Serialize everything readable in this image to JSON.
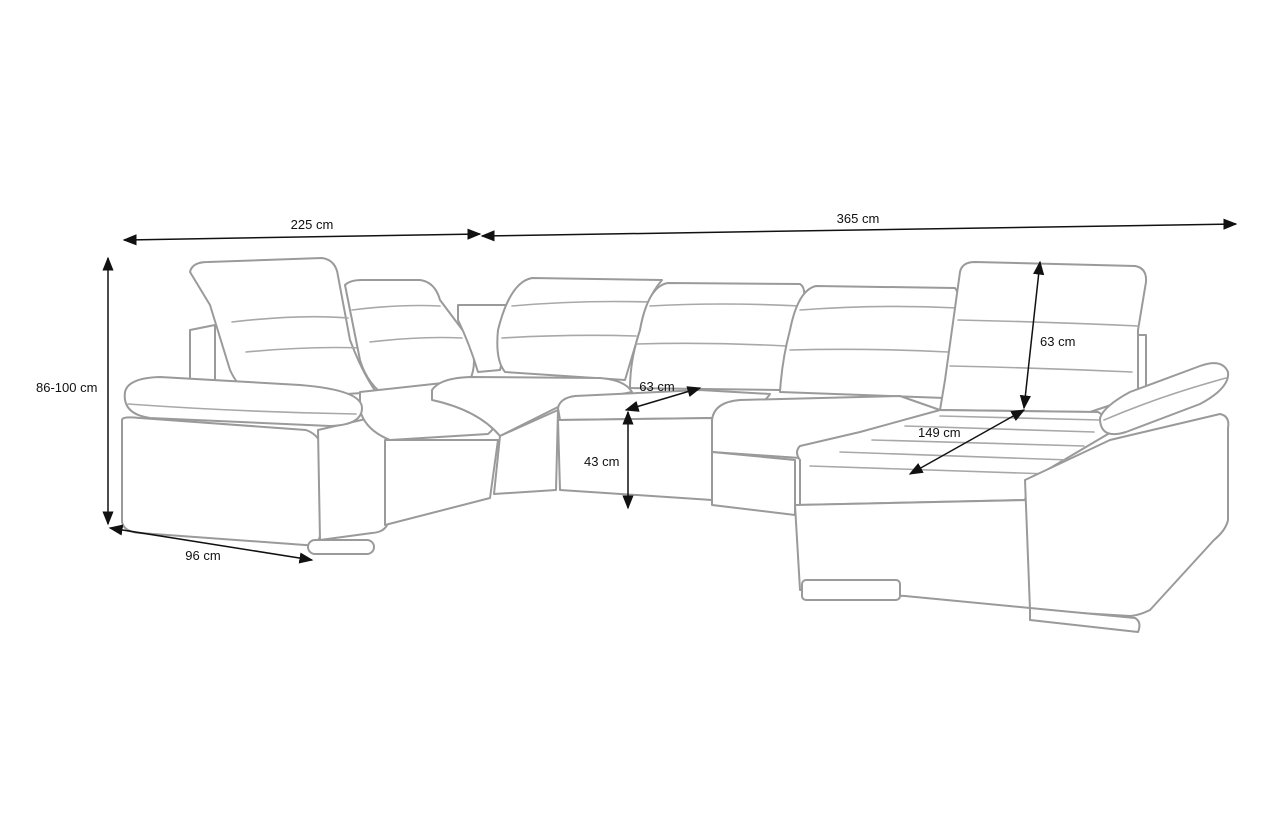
{
  "dimensions": {
    "width_left": "225 cm",
    "width_right": "365 cm",
    "height": "86-100 cm",
    "depth_left": "96 cm",
    "seat_depth": "63 cm",
    "seat_height": "43 cm",
    "backrest_height": "63 cm",
    "chaise_depth": "149 cm"
  },
  "colors": {
    "outline": "#9a9a9a",
    "dimension_lines": "#111111",
    "background": "#ffffff"
  }
}
